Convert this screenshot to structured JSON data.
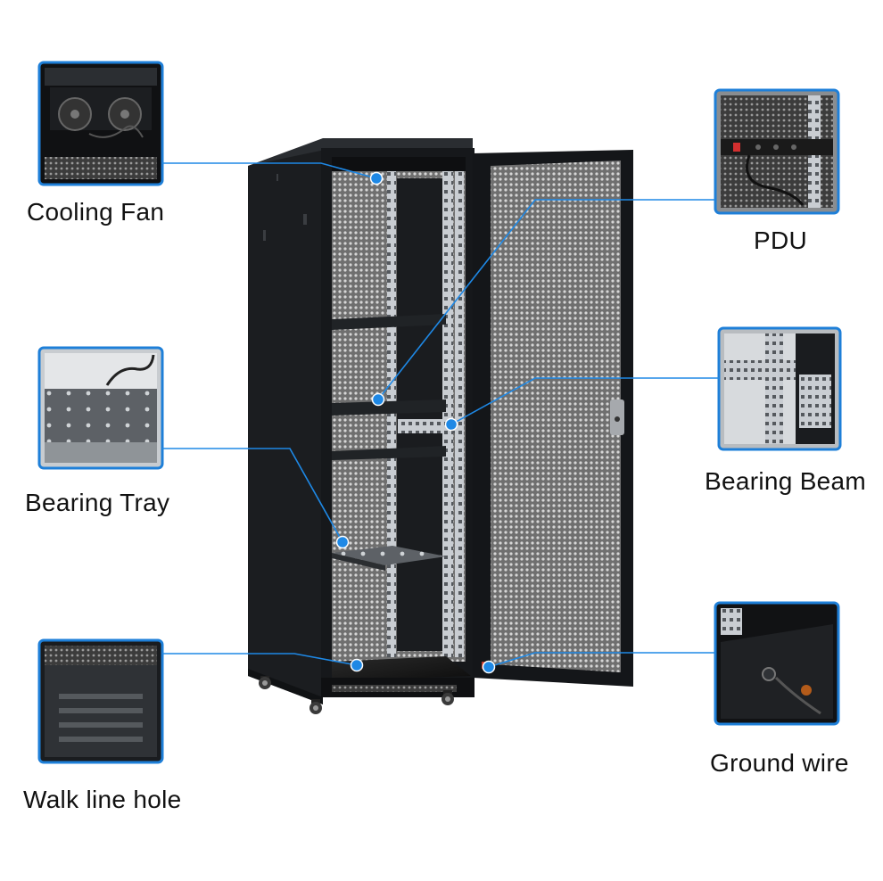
{
  "callouts": {
    "cooling_fan": "Cooling Fan",
    "bearing_tray": "Bearing Tray",
    "walk_line_hole": "Walk line hole",
    "pdu": "PDU",
    "bearing_beam": "Bearing Beam",
    "ground_wire": "Ground wire"
  },
  "colors": {
    "accent": "#1e88e5",
    "cabinet": "#15171a",
    "mesh": "#9a9a9a",
    "rail": "#c7ccd1",
    "frame_border": "#1e7fd8"
  },
  "icons": {
    "pointer_dot": "blue-dot-icon"
  }
}
